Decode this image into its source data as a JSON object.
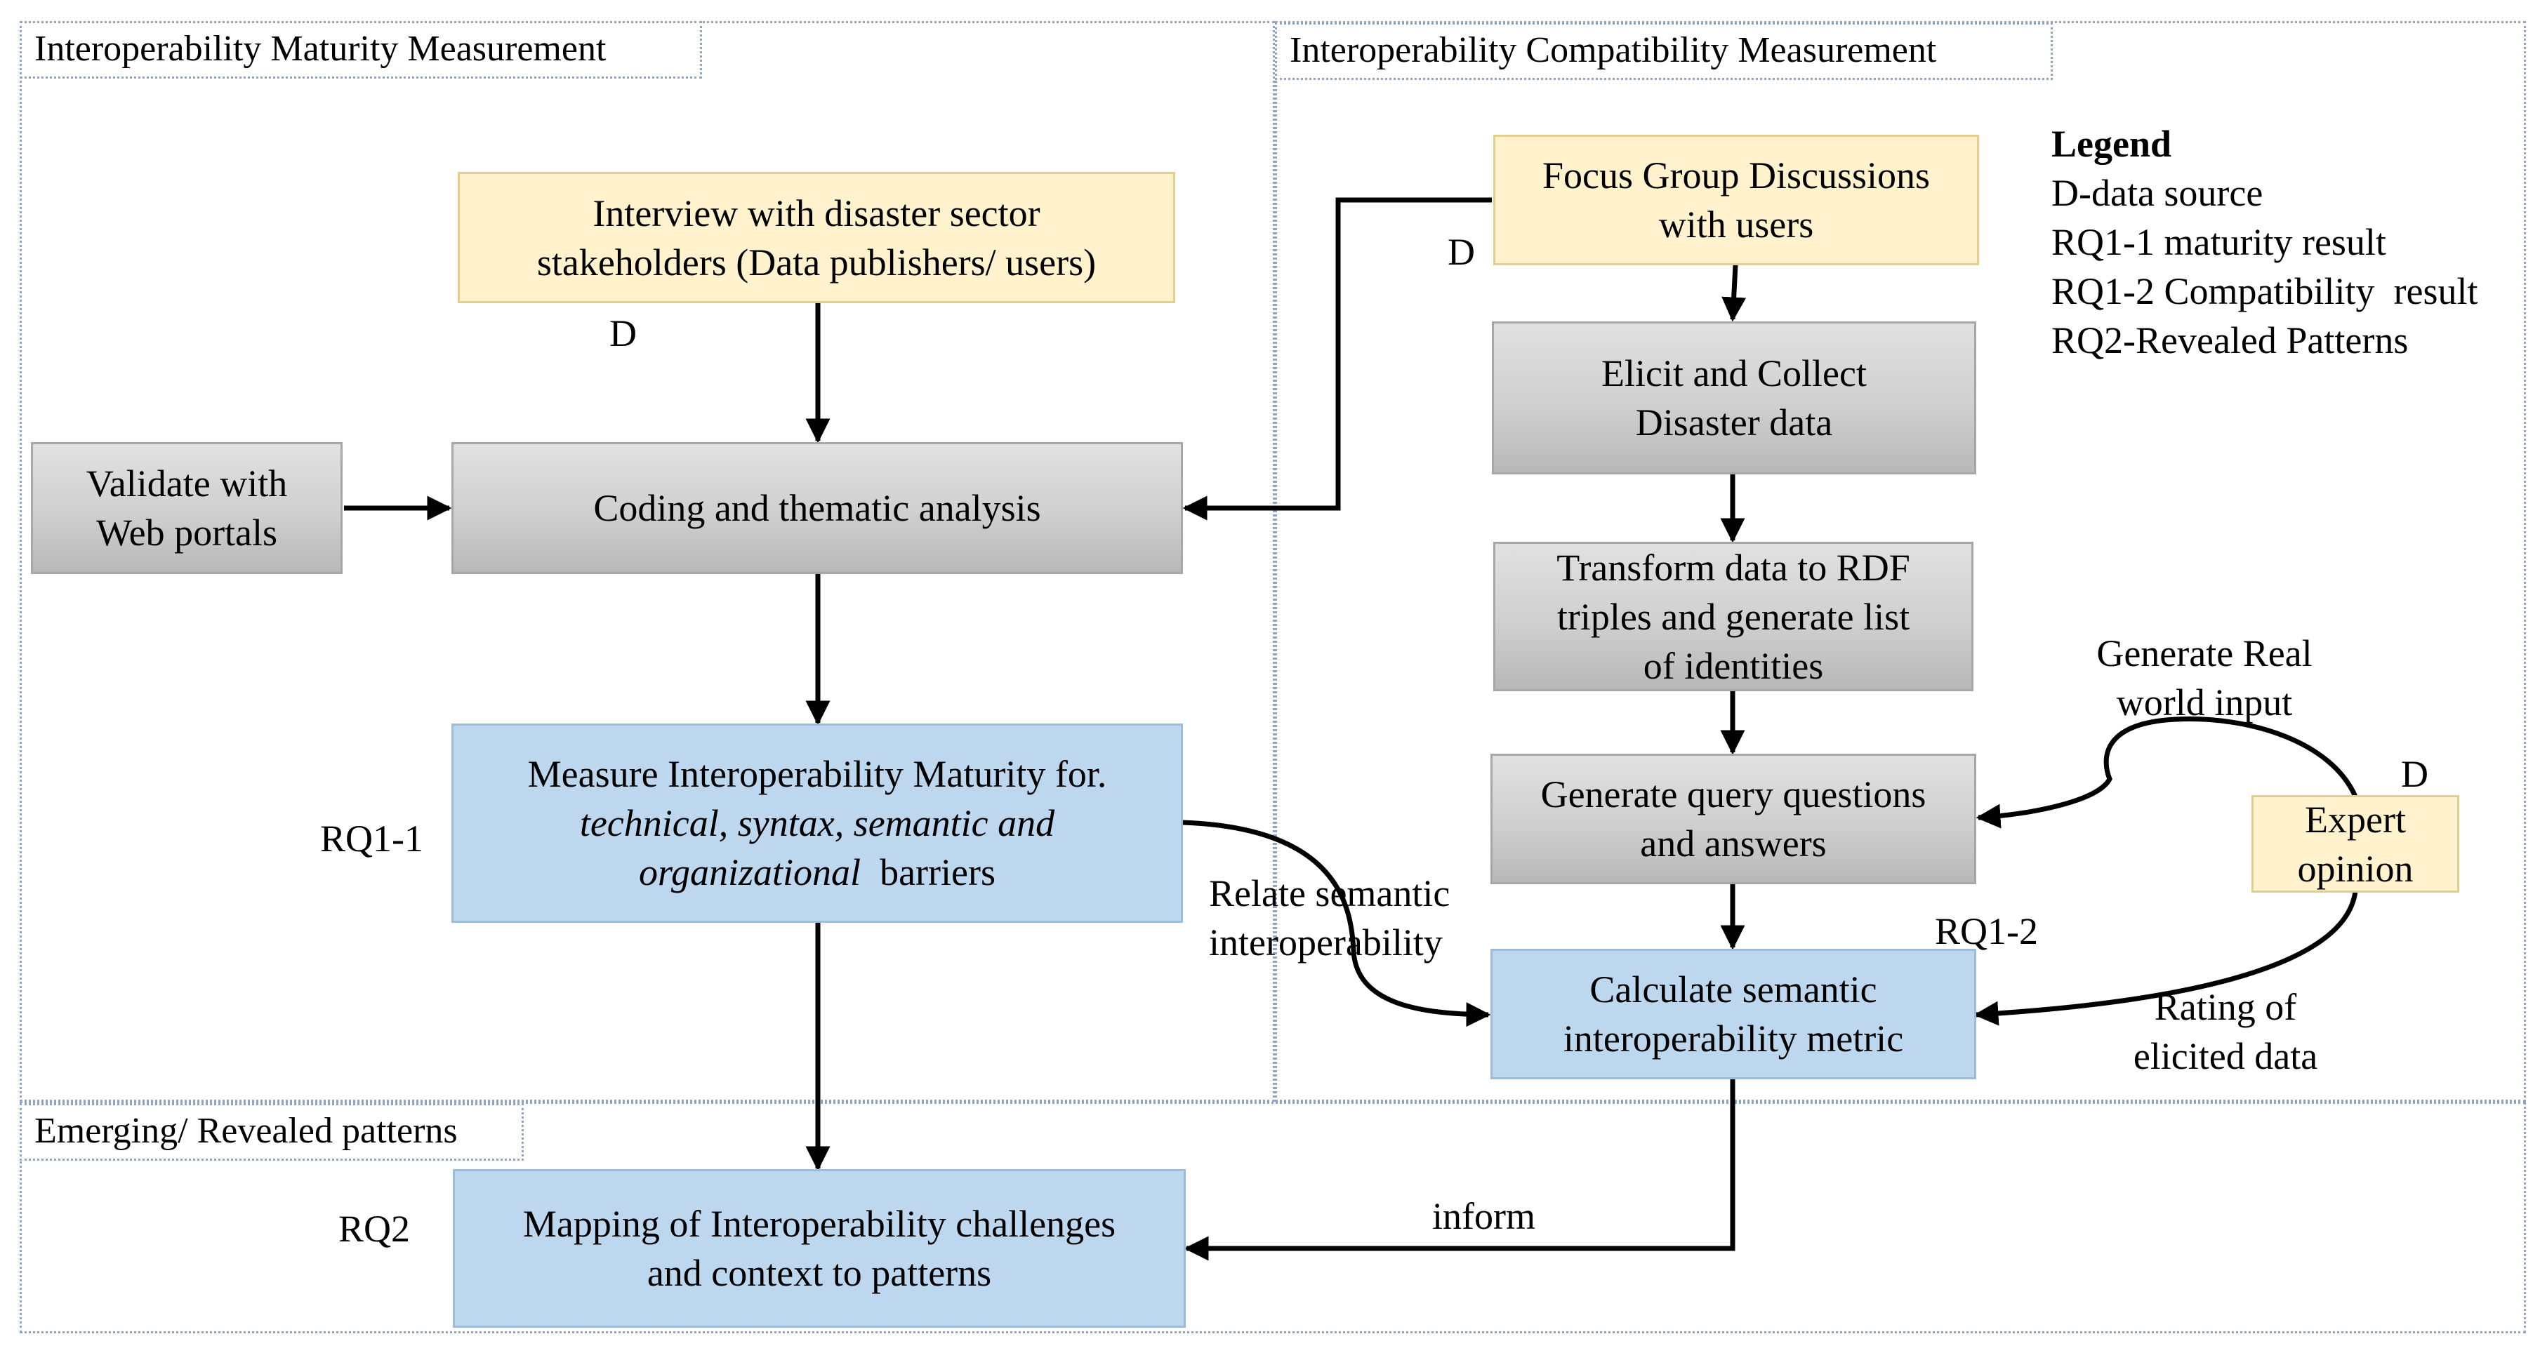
{
  "sections": {
    "maturity": "Interoperability Maturity Measurement",
    "compatibility": "Interoperability Compatibility Measurement",
    "patterns": "Emerging/ Revealed patterns"
  },
  "boxes": {
    "interview": [
      "Interview with  disaster sector",
      "stakeholders (Data publishers/ users)"
    ],
    "validate": [
      "Validate  with",
      "Web portals"
    ],
    "coding": [
      "Coding and thematic analysis"
    ],
    "measure": {
      "line1": "Measure Interoperability Maturity   for.",
      "line2": "technical, syntax, semantic and",
      "line3_italic": "organizational",
      "line3_rest": "  barriers"
    },
    "mapping": [
      "Mapping  of  Interoperability challenges",
      "and context to patterns"
    ],
    "focus_group": [
      "Focus Group Discussions",
      "with users"
    ],
    "elicit": [
      "Elicit and Collect",
      "Disaster data"
    ],
    "transform": [
      "Transform data to RDF",
      "triples and generate list",
      "of identities"
    ],
    "generate_query": [
      "Generate query questions",
      "and answers"
    ],
    "calculate": [
      "Calculate  semantic",
      "interoperability metric"
    ],
    "expert": [
      "Expert",
      "opinion"
    ]
  },
  "labels": {
    "d_interview": "D",
    "d_focus": "D",
    "d_expert": "D",
    "rq1_1": "RQ1-1",
    "rq1_2": "RQ1-2",
    "rq2": "RQ2",
    "relate": [
      "Relate semantic",
      "interoperability"
    ],
    "generate_real": [
      "Generate Real",
      "world input"
    ],
    "rating": [
      "Rating of",
      "elicited data"
    ],
    "inform": "inform"
  },
  "legend": {
    "title": "Legend",
    "items": [
      "D-data source",
      "RQ1-1 maturity result",
      "RQ1-2 Compatibility  result",
      "RQ2-Revealed Patterns"
    ]
  }
}
